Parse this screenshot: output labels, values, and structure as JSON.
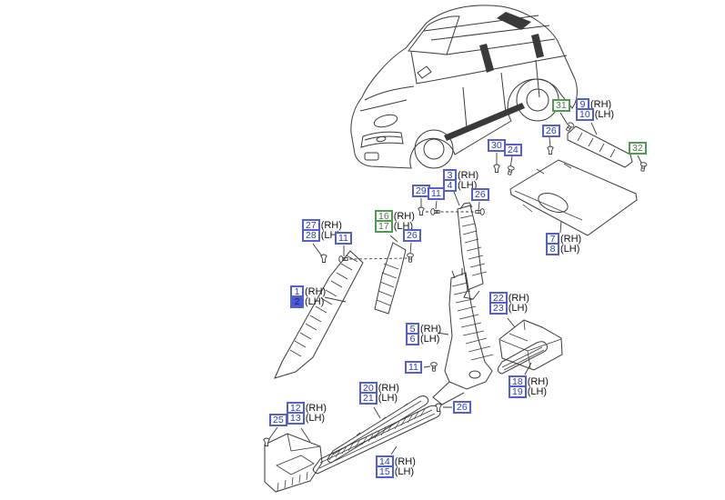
{
  "page": {
    "type": "body-side-trim-parts-diagram",
    "background": "#ffffff"
  },
  "colors": {
    "callout_blue_border": "#5560d0",
    "callout_blue_text": "#2a3cc0",
    "callout_green_border": "#4f9b50",
    "callout_green_text": "#4e7a52",
    "highlight_fill": "#4a5ad0",
    "highlight_text": "#17227d",
    "suffix_text": "#111111",
    "line_art": "#3a3a3a"
  },
  "pairs": {
    "p1_2": {
      "rh_num": "1",
      "rh": "(RH)",
      "lh_num": "2",
      "lh": "(LH)",
      "highlighted": "2"
    },
    "p3_4": {
      "rh_num": "3",
      "rh": "(RH)",
      "lh_num": "4",
      "lh": "(LH)"
    },
    "p5_6": {
      "rh_num": "5",
      "rh": "(RH)",
      "lh_num": "6",
      "lh": "(LH)"
    },
    "p7_8": {
      "rh_num": "7",
      "rh": "(RH)",
      "lh_num": "8",
      "lh": "(LH)"
    },
    "p9_10": {
      "rh_num": "9",
      "rh": "(RH)",
      "lh_num": "10",
      "lh": "(LH)"
    },
    "p12_13": {
      "rh_num": "12",
      "rh": "(RH)",
      "lh_num": "13",
      "lh": "(LH)"
    },
    "p14_15": {
      "rh_num": "14",
      "rh": "(RH)",
      "lh_num": "15",
      "lh": "(LH)"
    },
    "p16_17": {
      "rh_num": "16",
      "rh": "(RH)",
      "lh_num": "17",
      "lh": "(LH)"
    },
    "p18_19": {
      "rh_num": "18",
      "rh": "(RH)",
      "lh_num": "19",
      "lh": "(LH)"
    },
    "p20_21": {
      "rh_num": "20",
      "rh": "(RH)",
      "lh_num": "21",
      "lh": "(LH)"
    },
    "p22_23": {
      "rh_num": "22",
      "rh": "(RH)",
      "lh_num": "23",
      "lh": "(LH)"
    },
    "p27_28": {
      "rh_num": "27",
      "rh": "(RH)",
      "lh_num": "28",
      "lh": "(LH)"
    }
  },
  "singles": {
    "s11": "11",
    "s24": "24",
    "s25": "25",
    "s26": "26",
    "s29": "29",
    "s30": "30",
    "s31": "31",
    "s32": "32"
  }
}
